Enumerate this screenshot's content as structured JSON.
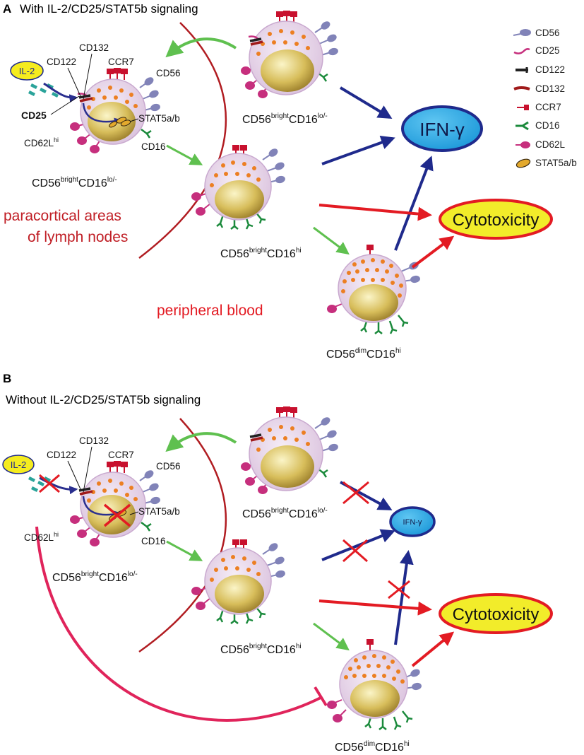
{
  "panel_a": {
    "letter": "A",
    "heading": "With IL-2/CD25/STAT5b signaling",
    "cytokine": "IL-2",
    "receptor_labels": {
      "cd122": "CD122",
      "cd132": "CD132",
      "ccr7": "CCR7",
      "cd56": "CD56",
      "cd25": "CD25",
      "stat": "STAT5a/b",
      "cd62l": "CD62L",
      "cd62l_sup": "hi",
      "cd16": "CD16"
    },
    "cells": {
      "left": {
        "base1": "CD56",
        "sup1": "bright",
        "base2": "CD16",
        "sup2": "lo/-"
      },
      "top": {
        "base1": "CD56",
        "sup1": "bright",
        "base2": "CD16",
        "sup2": "lo/-"
      },
      "mid": {
        "base1": "CD56",
        "sup1": "bright",
        "base2": "CD16",
        "sup2": "hi"
      },
      "dim": {
        "base1": "CD56",
        "sup1": "dim",
        "base2": "CD16",
        "sup2": "hi"
      }
    },
    "region_lymph": [
      "paracortical areas",
      "of lymph nodes"
    ],
    "region_blood": "peripheral blood",
    "ifn": "IFN-γ",
    "cytotoxicity": "Cytotoxicity"
  },
  "panel_b": {
    "letter": "B",
    "heading": "Without IL-2/CD25/STAT5b signaling",
    "cytokine": "IL-2",
    "receptor_labels": {
      "cd122": "CD122",
      "cd132": "CD132",
      "ccr7": "CCR7",
      "cd56": "CD56",
      "stat": "STAT5a/b",
      "cd62l": "CD62L",
      "cd62l_sup": "hi",
      "cd16": "CD16"
    },
    "cells": {
      "left": {
        "base1": "CD56",
        "sup1": "bright",
        "base2": "CD16",
        "sup2": "lo/-"
      },
      "top": {
        "base1": "CD56",
        "sup1": "bright",
        "base2": "CD16",
        "sup2": "lo/-"
      },
      "mid": {
        "base1": "CD56",
        "sup1": "bright",
        "base2": "CD16",
        "sup2": "hi"
      },
      "dim": {
        "base1": "CD56",
        "sup1": "dim",
        "base2": "CD16",
        "sup2": "hi"
      }
    },
    "ifn": "IFN-γ",
    "cytotoxicity": "Cytotoxicity"
  },
  "legend": {
    "items": [
      {
        "label": "CD56",
        "icon": "cd56-marker-icon"
      },
      {
        "label": "CD25",
        "icon": "cd25-marker-icon"
      },
      {
        "label": "CD122",
        "icon": "cd122-marker-icon"
      },
      {
        "label": "CD132",
        "icon": "cd132-marker-icon"
      },
      {
        "label": "CCR7",
        "icon": "ccr7-marker-icon"
      },
      {
        "label": "CD16",
        "icon": "cd16-marker-icon"
      },
      {
        "label": "CD62L",
        "icon": "cd62l-marker-icon"
      },
      {
        "label": "STAT5a/b",
        "icon": "stat5-marker-icon"
      }
    ]
  },
  "colors": {
    "cell_membrane": "#e6d2e8",
    "nucleus": "#c9ad4b",
    "granule": "#ec7f22",
    "cd56": "#8183b8",
    "cd62l": "#c62f7d",
    "cd16": "#1b8a3c",
    "ccr7": "#c8112e",
    "cd132": "#a01a1a",
    "cd122": "#222222",
    "stat5": "#e3a92d",
    "ifn_fill": "#27a8e6",
    "ifn_border": "#1f2a8c",
    "cyto_fill": "#f2ec2a",
    "cyto_border": "#e31b23",
    "arrow_green": "#5fc04f",
    "arrow_blue": "#1f2a8c",
    "arrow_red": "#e31b23",
    "boundary": "#b11d22",
    "inhibition": "#e0245b",
    "region_text": "#c01e25",
    "il2_fill": "#f5ec1f"
  }
}
